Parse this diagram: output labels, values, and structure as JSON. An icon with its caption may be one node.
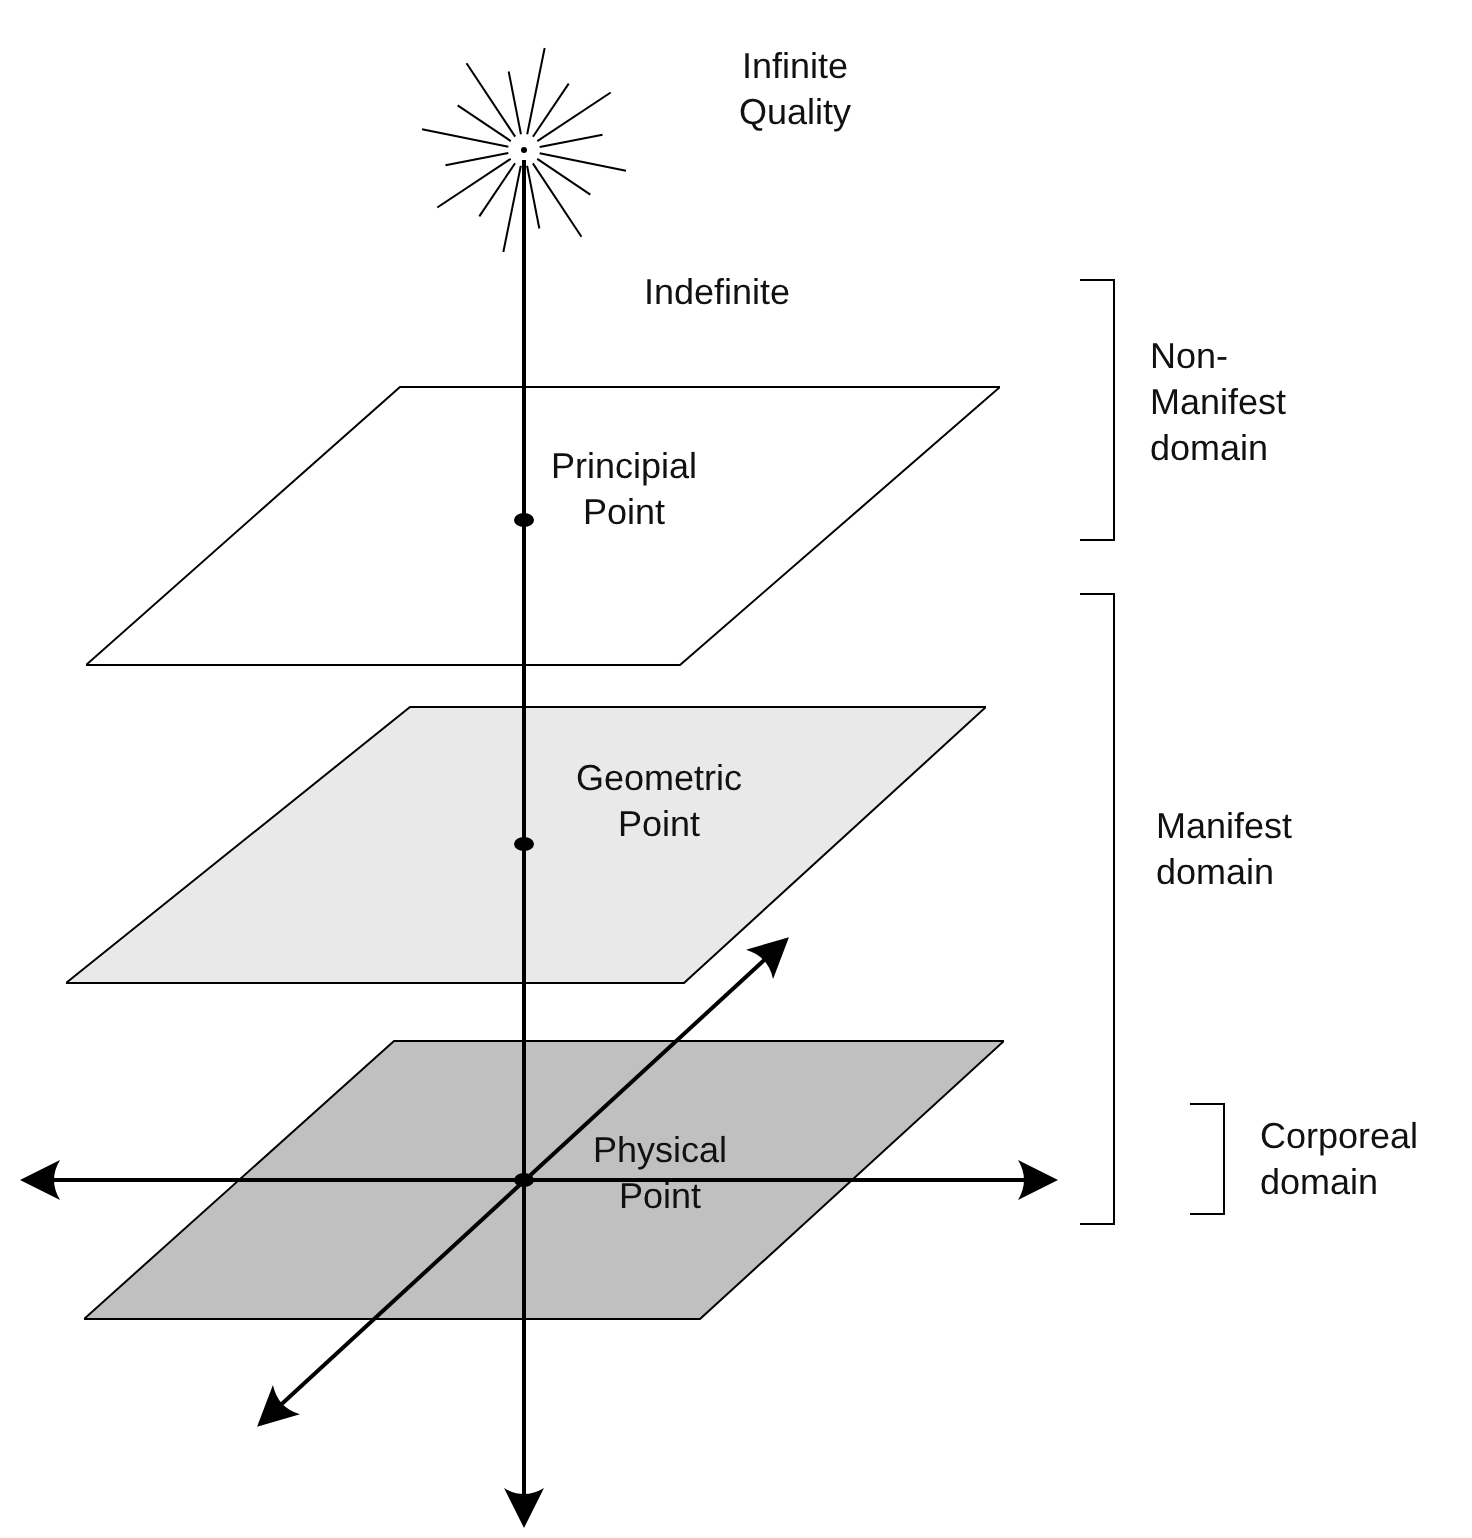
{
  "diagram": {
    "nodes": [
      {
        "text": [
          "Principial Point"
        ]
      },
      {
        "text": [
          "Geometric Point"
        ]
      },
      {
        "text": [
          "Physical Point"
        ]
      }
    ],
    "labels": [
      "Infinite Quality",
      "Indefinite",
      "Non-Manifest domain",
      "Manifest domain",
      "Corporeal domain"
    ]
  }
}
